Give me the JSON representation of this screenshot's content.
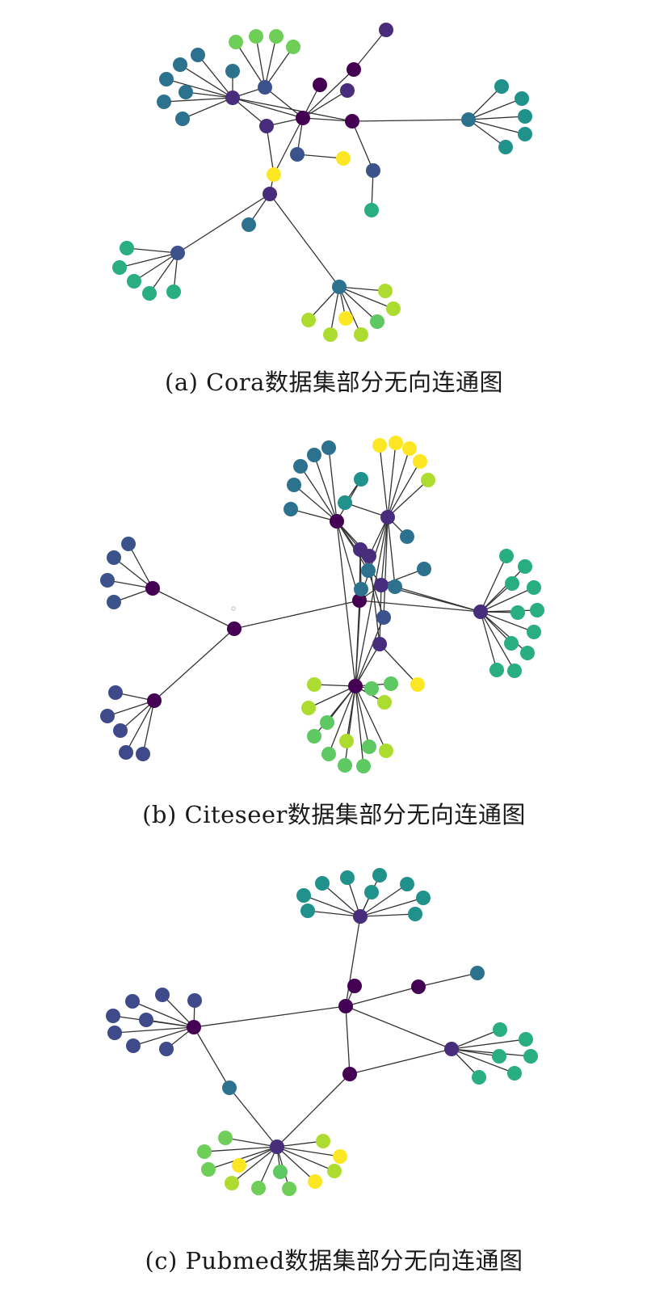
{
  "colors": {
    "c0": "#440154",
    "c1": "#472d7b",
    "c2": "#3b528b",
    "c3": "#2c728e",
    "c4": "#21918c",
    "c5": "#28ae80",
    "c6": "#5ec962",
    "c7": "#addc30",
    "c8": "#fde725",
    "c9": "#6ece58",
    "c10": "#3e4a89",
    "edge": "#333333"
  },
  "panels": [
    {
      "id": "cora",
      "caption_label": "(a)",
      "caption_text": "Cora数据集部分无向连通图"
    },
    {
      "id": "citeseer",
      "caption_label": "(b)",
      "caption_text": "Citeseer数据集部分无向连通图"
    },
    {
      "id": "pubmed",
      "caption_label": "(c)",
      "caption_text": "Pubmed数据集部分无向连通图"
    }
  ]
}
